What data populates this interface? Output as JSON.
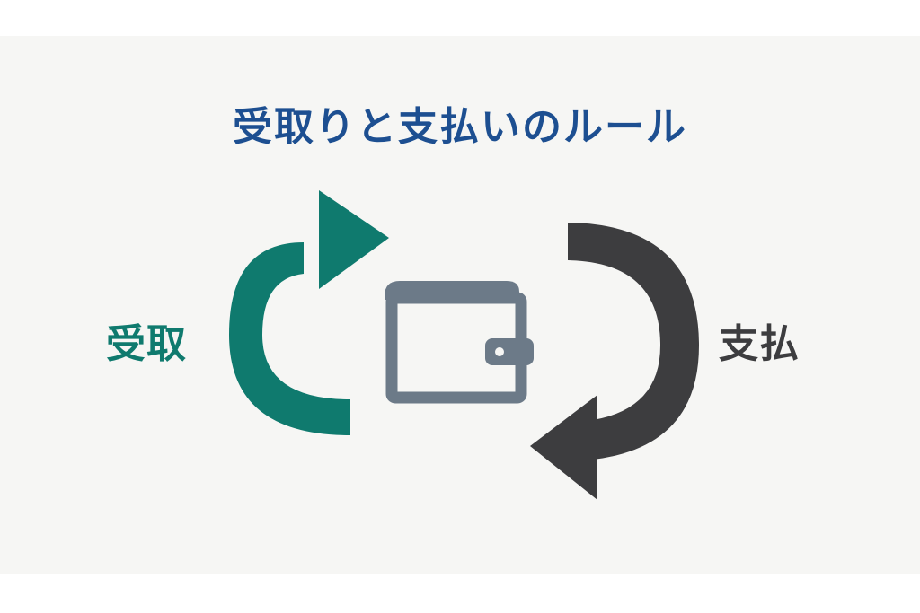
{
  "title": "受取りと支払いのルール",
  "labels": {
    "receive": "受取",
    "pay": "支払"
  },
  "icons": {
    "receive_arrow": "circular-arrow-clockwise-icon",
    "pay_arrow": "circular-arrow-return-icon",
    "center": "wallet-icon"
  },
  "colors": {
    "title": "#1d4f91",
    "receive": "#0f7a6e",
    "pay": "#3d3d3f",
    "wallet": "#6c7a88",
    "background": "#f6f6f4"
  }
}
